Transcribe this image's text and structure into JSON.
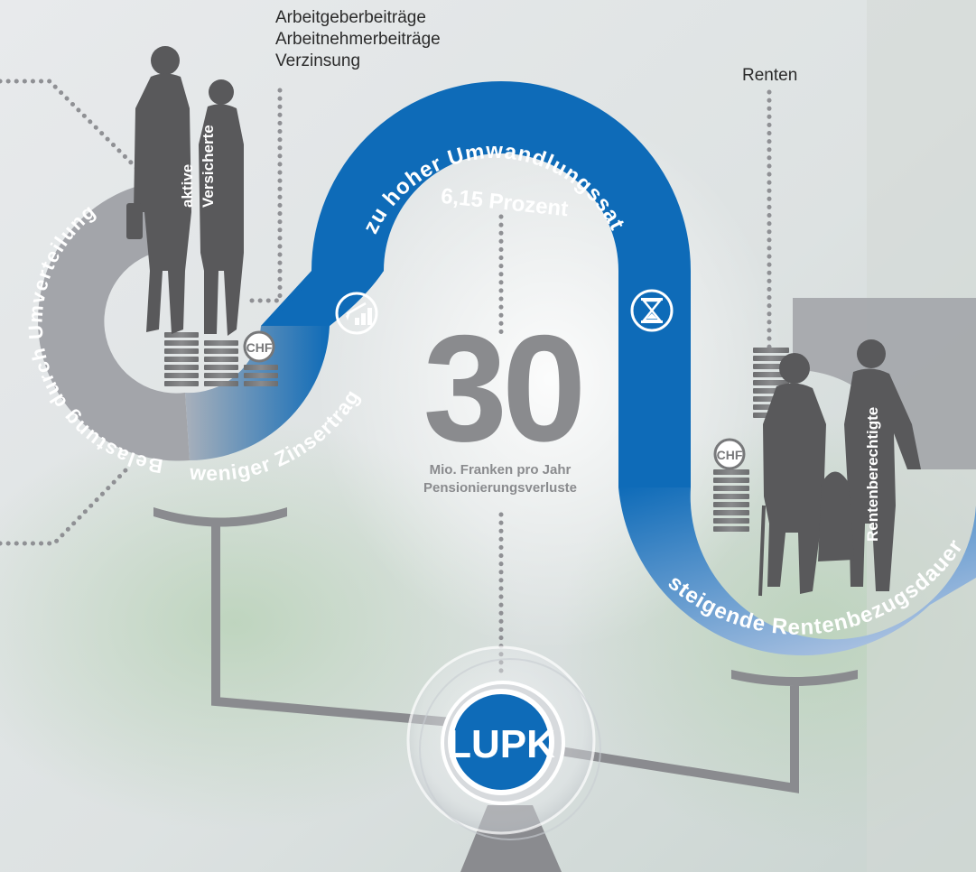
{
  "contributions": [
    "Arbeitgeberbeiträge",
    "Arbeitnehmerbeiträge",
    "Verzinsung"
  ],
  "pensions_label": "Renten",
  "arc_left_grey": "Belastung durch Umverteilung",
  "arc_left_blue": "weniger Zinsertrag",
  "arc_top_line1": "zu hoher Umwandlungssatz",
  "arc_top_line2": "6,15 Prozent",
  "arc_right_blue": "steigende Rentenbezugsdauer",
  "figures_left_line1": "aktive",
  "figures_left_line2": "Versicherte",
  "figures_right": "Rentenberechtigte",
  "currency": "CHF",
  "loss_value": "30",
  "loss_caption_line1": "Mio. Franken pro Jahr",
  "loss_caption_line2": "Pensionierungsverluste",
  "center_logo": "LUPK",
  "icons": [
    "rising-bars-icon",
    "hourglass-icon"
  ],
  "colors": {
    "blue": "#0e6bb8",
    "grey": "#a3a5aa",
    "dark_grey": "#888a8f",
    "figure": "#595a5c"
  }
}
